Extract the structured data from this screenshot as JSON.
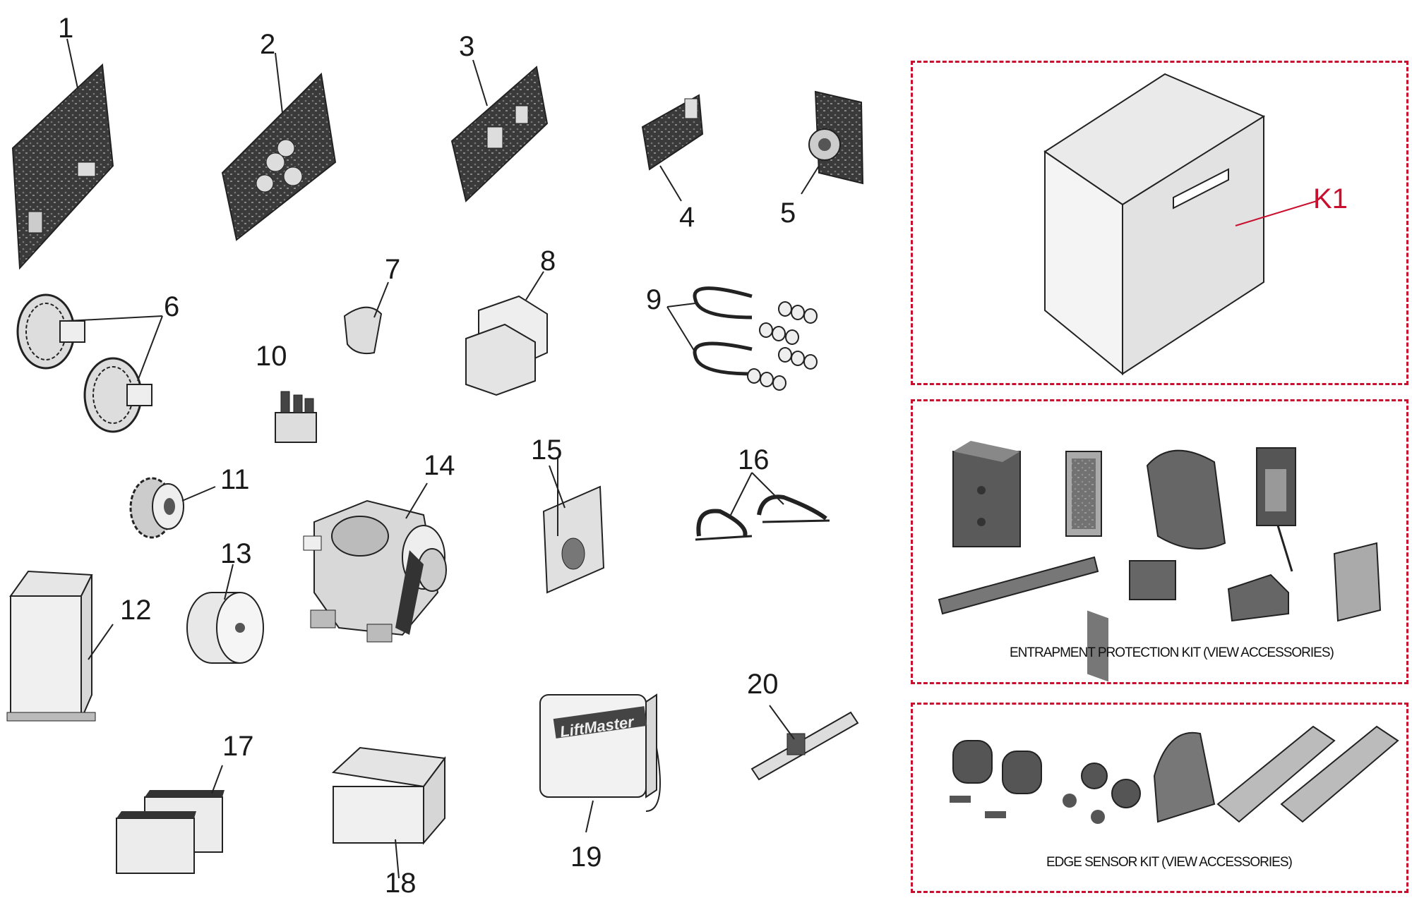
{
  "callouts": {
    "p1": "1",
    "p2": "2",
    "p3": "3",
    "p4": "4",
    "p5": "5",
    "p6": "6",
    "p7": "7",
    "p8": "8",
    "p9": "9",
    "p10": "10",
    "p11": "11",
    "p12": "12",
    "p13": "13",
    "p14": "14",
    "p15": "15",
    "p16": "16",
    "p17": "17",
    "p18": "18",
    "p19": "19",
    "p20": "20",
    "k1": "K1"
  },
  "kits": {
    "entrapment_caption": "ENTRAPMENT PROTECTION KIT (VIEW ACCESSORIES)",
    "edge_caption": "EDGE SENSOR KIT (VIEW ACCESSORIES)"
  },
  "brand_label": "LiftMaster",
  "colors": {
    "accent": "#c8102e",
    "part_fill": "#e6e6e6",
    "dark_fill": "#4a4a4a",
    "line": "#222222"
  }
}
